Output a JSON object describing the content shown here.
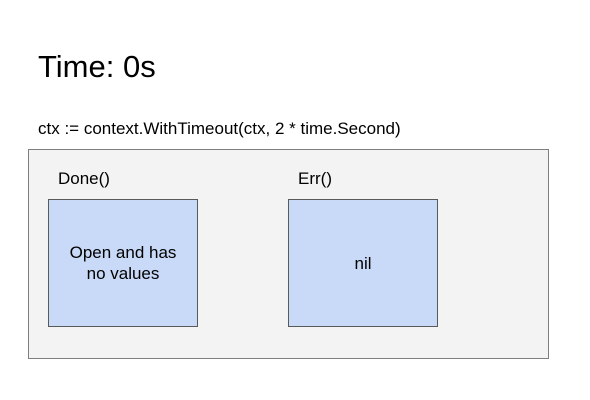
{
  "title": "Time: 0s",
  "code": "ctx := context.WithTimeout(ctx, 2 * time.Second)",
  "done": {
    "label": "Done()",
    "value": "Open and has no values"
  },
  "err": {
    "label": "Err()",
    "value": "nil"
  },
  "colors": {
    "box_fill": "#c9daf8",
    "box_border": "#595959",
    "container_fill": "#f3f3f3",
    "container_border": "#7f7f7f"
  }
}
